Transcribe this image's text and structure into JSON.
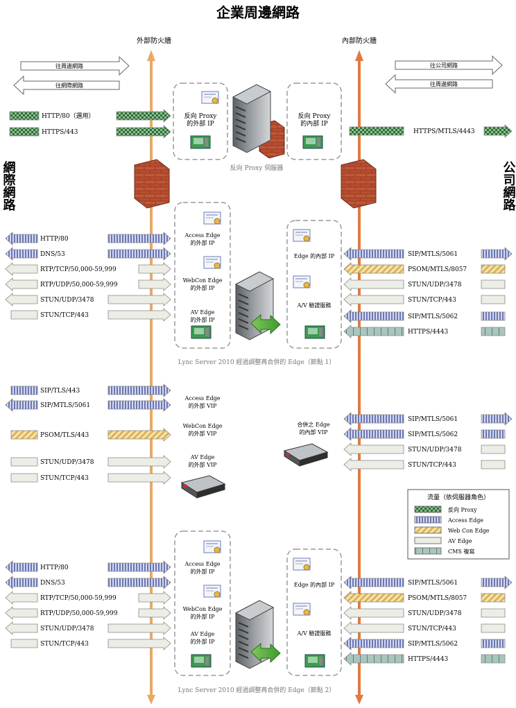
{
  "title": "企業周邊網路",
  "left_side_label": "網際網路",
  "right_side_label": "公司網路",
  "firewalls": {
    "external": "外部防火牆",
    "internal": "內部防火牆"
  },
  "direction_arrows": {
    "left_top": "往周邊網路",
    "left_bottom": "往網際網路",
    "right_top": "往公司網路",
    "right_bottom": "往周邊網路"
  },
  "reverse_proxy": {
    "ext_ports": [
      "HTTP/80（選用）",
      "HTTPS/443"
    ],
    "int_port": "HTTPS/MTLS/4443",
    "external_box_label": "反向 Proxy 的外部 IP",
    "internal_box_label": "反向 Proxy 的內部 IP",
    "caption": "反向 Proxy 伺服器"
  },
  "edge_pool_1": {
    "ext_ports": [
      "HTTP/80",
      "DNS/53",
      "RTP/TCP/50,000-59,999",
      "RTP/UDP/50,000-59,999",
      "STUN/UDP/3478",
      "STUN/TCP/443"
    ],
    "int_ports": [
      "SIP/MTLS/5061",
      "PSOM/MTLS/8057",
      "STUN/UDP/3478",
      "STUN/TCP/443",
      "SIP/MTLS/5062",
      "HTTPS/4443"
    ],
    "ext_labels": [
      "Access Edge 的外部 IP",
      "WebCon Edge 的外部 IP",
      "AV Edge 的外部 IP"
    ],
    "int_labels": [
      "Edge 的內部 IP",
      "A/V 驗證服務"
    ],
    "caption": "Lync Server 2010 經過調整再合併的 Edge（節點 1）"
  },
  "load_balancer": {
    "ext_ports": [
      "SIP/TLS/443",
      "SIP/MTLS/5061",
      "PSOM/TLS/443",
      "STUN/UDP/3478",
      "STUN/TCP/443"
    ],
    "int_ports": [
      "SIP/MTLS/5061",
      "SIP/MTLS/5062",
      "STUN/UDP/3478",
      "STUN/TCP/443"
    ],
    "ext_labels": [
      "Access Edge 的外部 VIP",
      "WebCon Edge 的外部 VIP",
      "AV Edge 的外部 VIP"
    ],
    "int_label": "合併之 Edge 的內部 VIP"
  },
  "edge_pool_2": {
    "ext_ports": [
      "HTTP/80",
      "DNS/53",
      "RTP/TCP/50,000-59,999",
      "RTP/UDP/50,000-59,999",
      "STUN/UDP/3478",
      "STUN/TCP/443"
    ],
    "int_ports": [
      "SIP/MTLS/5061",
      "PSOM/MTLS/8057",
      "STUN/UDP/3478",
      "STUN/TCP/443",
      "SIP/MTLS/5062",
      "HTTPS/4443"
    ],
    "ext_labels": [
      "Access Edge 的外部 IP",
      "WebCon Edge 的外部 IP",
      "AV Edge 的外部 IP"
    ],
    "int_labels": [
      "Edge 的內部 IP",
      "A/V 驗證服務"
    ],
    "caption": "Lync Server 2010 經過調整再合併的 Edge（節點 2）"
  },
  "legend": {
    "title": "流量（依伺服器角色）",
    "items": [
      {
        "label": "反向 Proxy",
        "pattern": "proxy"
      },
      {
        "label": "Access Edge",
        "pattern": "access"
      },
      {
        "label": "Web Con Edge",
        "pattern": "webcon"
      },
      {
        "label": "AV Edge",
        "pattern": "av"
      },
      {
        "label": "CMS 複寫",
        "pattern": "cms"
      }
    ]
  },
  "colors": {
    "firewall_line": "#E0A060",
    "internal_line": "#E07840",
    "proxy": "#3E7A48",
    "access": "#6A7AB8",
    "webcon": "#E8C060",
    "av": "#ECEEE6",
    "cms": "#8FB0A8"
  }
}
